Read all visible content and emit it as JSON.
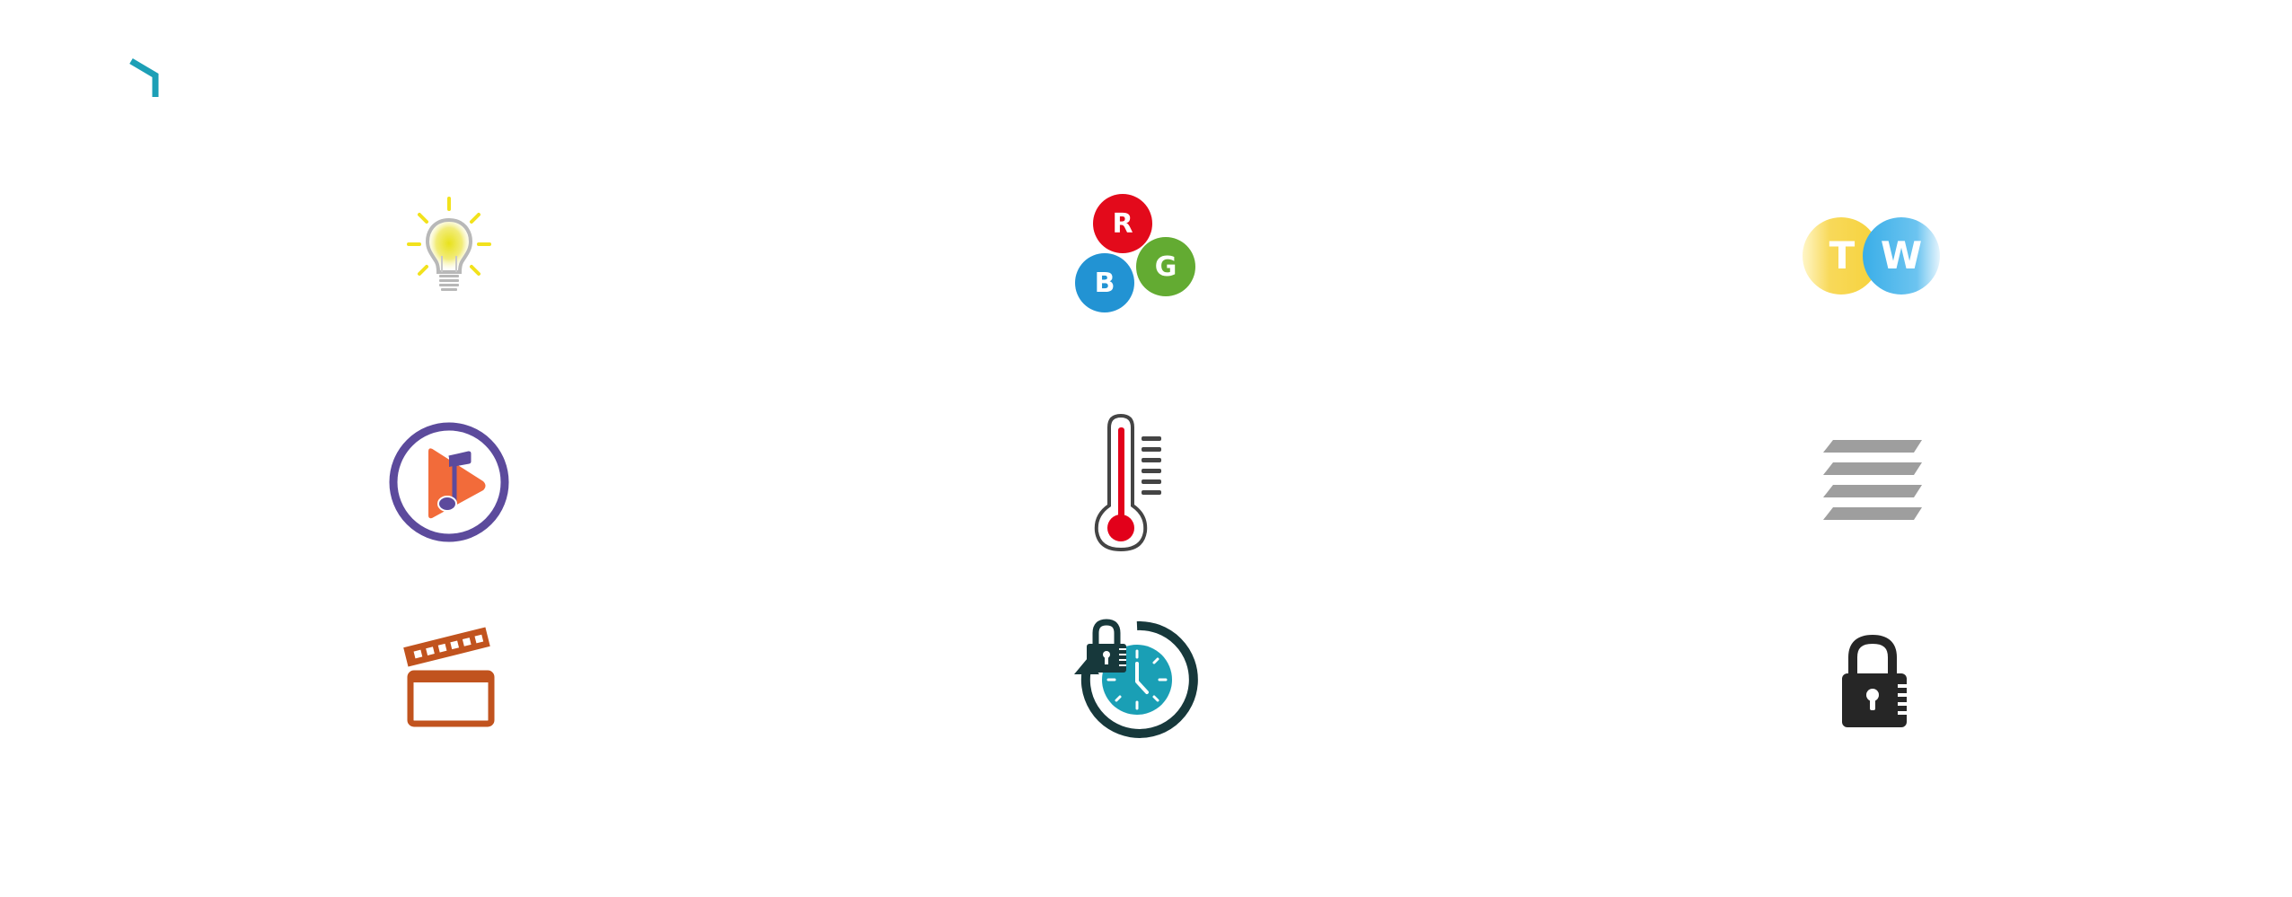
{
  "colors": {
    "accent": "#1c9fb6",
    "bulb_glow": "#f2e21c",
    "rgb_red": "#e30a1b",
    "rgb_green": "#63ab32",
    "rgb_blue": "#2293d3",
    "tw_yellow": "#f8d95a",
    "tw_blue": "#4fb6ea",
    "music_ring": "#5c4a9c",
    "music_play": "#f26b3a",
    "thermo_red": "#e2001a",
    "thermo_outline": "#444444",
    "blinds_gray": "#9e9e9e",
    "clapper": "#c1531e",
    "timer_dark": "#17383b",
    "timer_teal": "#1a9fb5",
    "lock_dark": "#262626"
  },
  "icons": {
    "back": "back-arrow-icon",
    "light": "lightbulb-icon",
    "rgb": "rgb-color-icon",
    "tunable_white": "tunable-white-icon",
    "music": "music-play-icon",
    "temperature": "thermometer-icon",
    "blinds": "blinds-icon",
    "scene": "clapperboard-icon",
    "schedule": "timer-lock-icon",
    "lock": "padlock-icon"
  },
  "rgb": {
    "r": "R",
    "g": "G",
    "b": "B"
  },
  "tw": {
    "t": "T",
    "w": "W"
  }
}
